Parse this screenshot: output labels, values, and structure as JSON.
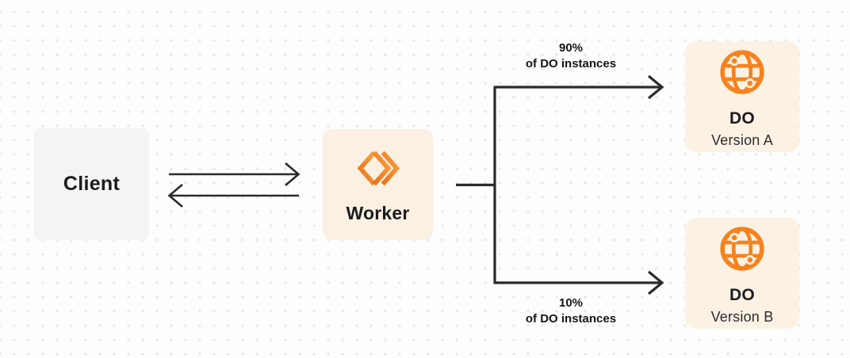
{
  "client": {
    "label": "Client"
  },
  "worker": {
    "label": "Worker"
  },
  "routes": {
    "top": {
      "percent": "90%",
      "caption": "of DO instances"
    },
    "bottom": {
      "percent": "10%",
      "caption": "of DO instances"
    }
  },
  "do_version_a": {
    "title": "DO",
    "subtitle": "Version A"
  },
  "do_version_b": {
    "title": "DO",
    "subtitle": "Version B"
  },
  "icons": {
    "worker_icon": "workers-chevron-icon",
    "do_icon": "globe-icon"
  },
  "colors": {
    "accent_orange": "#f6821f",
    "worker_box_cream": "#fbf0e1",
    "do_box_cream": "#fbf2e4",
    "client_box_gray": "#f4f4f5",
    "connector_line": "#2b2b2b",
    "background": "#fdfdfd",
    "grid_dot": "#e6e5e3",
    "text_dark": "#1b1c1e"
  }
}
